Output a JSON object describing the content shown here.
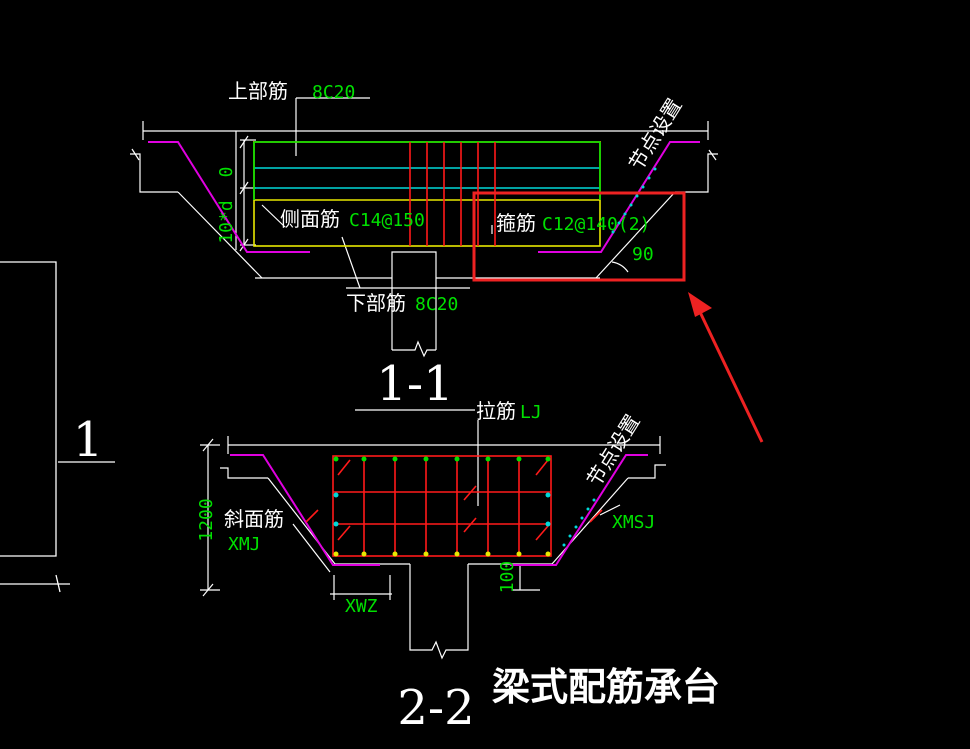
{
  "colors": {
    "background": "#000000",
    "outline": "#ffffff",
    "magenta": "#e000e0",
    "green": "#00e000",
    "cyan": "#00d8d8",
    "yellow": "#e8e800",
    "red": "#ff1a1a",
    "annotation_red": "#ee2222"
  },
  "section_1_1": {
    "top_bar_label": "上部筋",
    "top_bar_value": "8C20",
    "side_bar_label": "侧面筋",
    "side_bar_value": "C14@150",
    "stirrup_label": "箍筋",
    "stirrup_value": "C12@140(2)",
    "bottom_bar_label": "下部筋",
    "bottom_bar_value": "8C20",
    "dim_zero": "0",
    "dim_anchor": "10*d",
    "angle_value": "90",
    "node_setting": "节点设置",
    "title": "1-1"
  },
  "section_2_2": {
    "tie_bar_label": "拉筋",
    "tie_bar_value": "LJ",
    "slope_bar_label": "斜面筋",
    "slope_bar_value": "XMJ",
    "xmsj_value": "XMSJ",
    "xwz_value": "XWZ",
    "height_dim": "1200",
    "bottom_dim": "100",
    "node_setting": "节点设置",
    "title": "2-2"
  },
  "left_view": {
    "label": "1"
  },
  "caption": "梁式配筋承台"
}
